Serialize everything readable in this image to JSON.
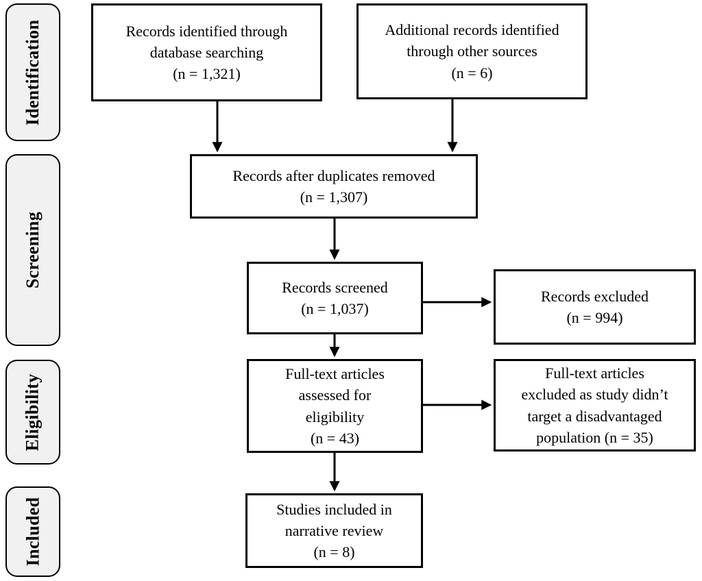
{
  "stages": [
    {
      "label": "Identification"
    },
    {
      "label": "Screening"
    },
    {
      "label": "Eligibility"
    },
    {
      "label": "Included"
    }
  ],
  "nodes": [
    {
      "name": "records-identified",
      "n": "1,321",
      "text": "Records identified through\ndatabase searching\n(n = 1,321)"
    },
    {
      "name": "additional-records",
      "n": "6",
      "text": "Additional records identified\nthrough other sources\n(n = 6)"
    },
    {
      "name": "after-duplicates",
      "n": "1,307",
      "text": "Records after duplicates removed\n(n = 1,307)"
    },
    {
      "name": "records-screened",
      "n": "1,037",
      "text": "Records screened\n(n = 1,037)"
    },
    {
      "name": "records-excluded",
      "n": "994",
      "text": "Records excluded\n(n = 994)"
    },
    {
      "name": "fulltext-assessed",
      "n": "43",
      "text": "Full-text articles\nassessed for\neligibility\n(n = 43)"
    },
    {
      "name": "fulltext-excluded",
      "n": "35",
      "text": "Full-text articles\nexcluded as study didn’t\ntarget a disadvantaged\npopulation (n = 35)"
    },
    {
      "name": "studies-included",
      "n": "8",
      "text": "Studies included in\nnarrative review\n(n = 8)"
    }
  ],
  "edges": [
    {
      "from": "records-identified",
      "to": "after-duplicates"
    },
    {
      "from": "additional-records",
      "to": "after-duplicates"
    },
    {
      "from": "after-duplicates",
      "to": "records-screened"
    },
    {
      "from": "records-screened",
      "to": "records-excluded"
    },
    {
      "from": "records-screened",
      "to": "fulltext-assessed"
    },
    {
      "from": "fulltext-assessed",
      "to": "fulltext-excluded"
    },
    {
      "from": "fulltext-assessed",
      "to": "studies-included"
    }
  ],
  "colors": {
    "stage_fill": "#f1f1f1",
    "box_fill": "#ffffff",
    "border": "#000000",
    "arrow": "#000000",
    "background": "#ffffff"
  }
}
